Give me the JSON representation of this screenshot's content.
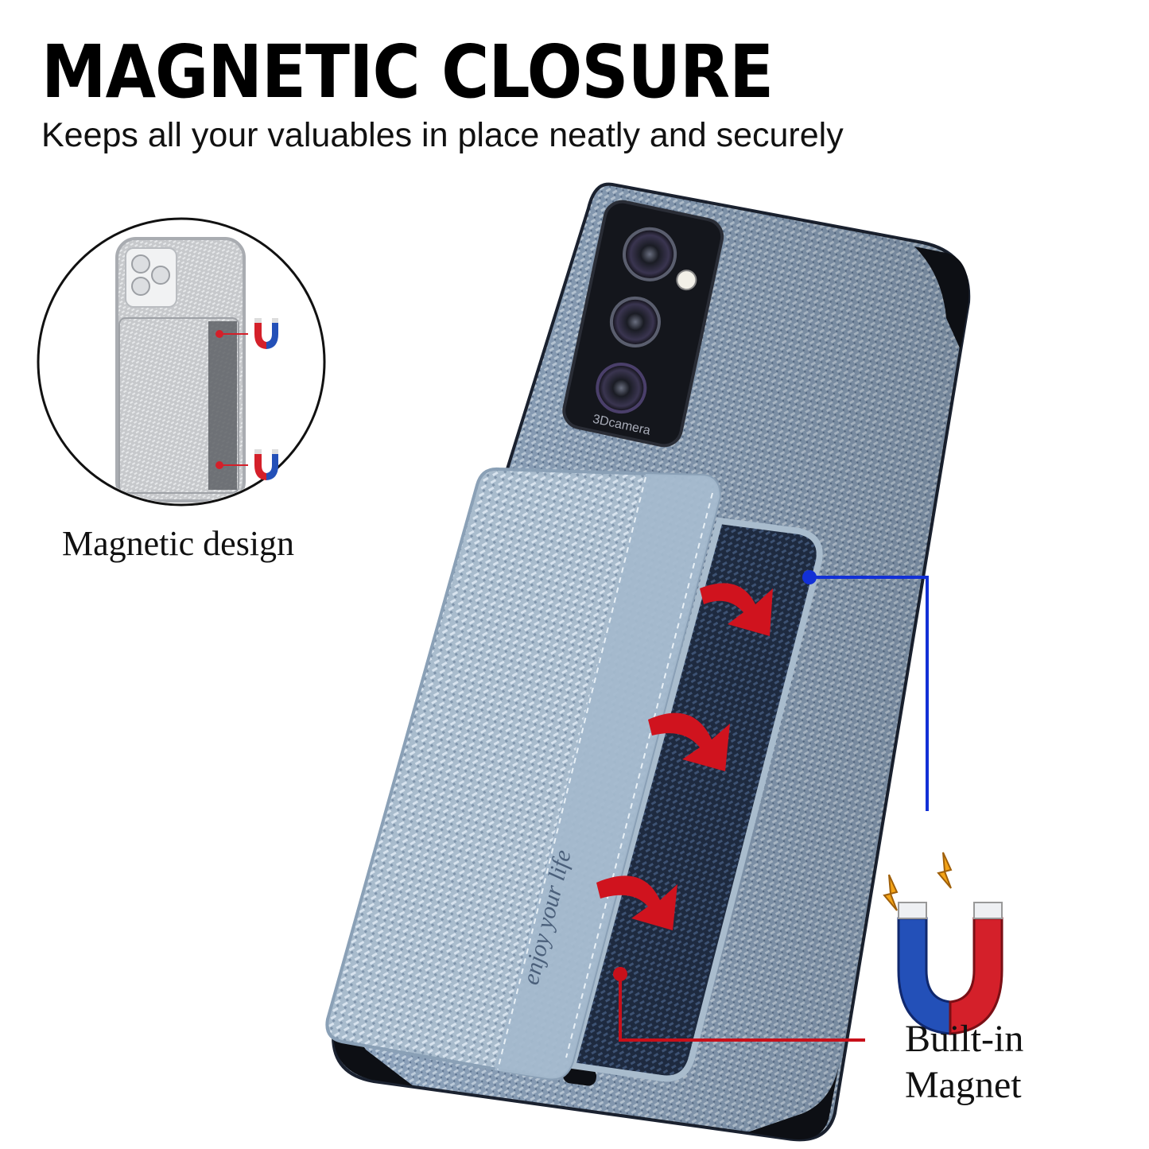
{
  "headline": "MAGNETIC CLOSURE",
  "subtitle": "Keeps all your valuables in place neatly and securely",
  "inset_caption": "Magnetic design",
  "callout": {
    "line1": "Built-in",
    "line2": "Magnet"
  },
  "product_marks": {
    "camera_brand": "3Dcamera",
    "strap_text": "enjoy your life"
  },
  "colors": {
    "case_blue": "#a9bccd",
    "weave_dark": "#1e2a3f",
    "arrow_red": "#d0131e",
    "magnet_red": "#d4202a",
    "magnet_blue": "#2350b8",
    "callout_blue": "#1230d6",
    "callout_red": "#c8101a"
  },
  "icons": [
    "magnet-icon",
    "lightning-icon",
    "curved-arrow-icon"
  ]
}
